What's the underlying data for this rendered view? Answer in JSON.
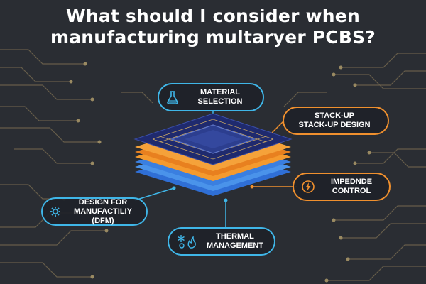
{
  "title": {
    "line1": "What should I consider when",
    "line2": "manufacturing multaryer PCBS?"
  },
  "callouts": {
    "material": {
      "line1": "MATERIAL",
      "line2": "SELECTION",
      "icon": "flask-icon",
      "color": "#3fb6e8"
    },
    "stackup": {
      "line1": "STACK-UP",
      "line2": "STACK-UP DESIGN",
      "icon": "",
      "color": "#f0902e"
    },
    "impedance": {
      "line1": "IMPEDNDE",
      "line2": "CONTROL",
      "icon": "lightning-icon",
      "color": "#f0902e"
    },
    "dfm": {
      "line1": "DESIGN FOR",
      "line2": "MANUFACTILIY (DFM)",
      "icon": "gear-icon",
      "color": "#3fb6e8"
    },
    "thermal": {
      "line1": "THERMAL",
      "line2": "MANAGEMENT",
      "icon": "snowflake-flame-icon",
      "color": "#3fb6e8"
    }
  },
  "colors": {
    "background": "#2a2d33",
    "circuit_trace": "#8a7a58",
    "chip_top": "#2c3e8f",
    "layer_orange": "#f08a24",
    "layer_blue": "#3a86e0"
  }
}
